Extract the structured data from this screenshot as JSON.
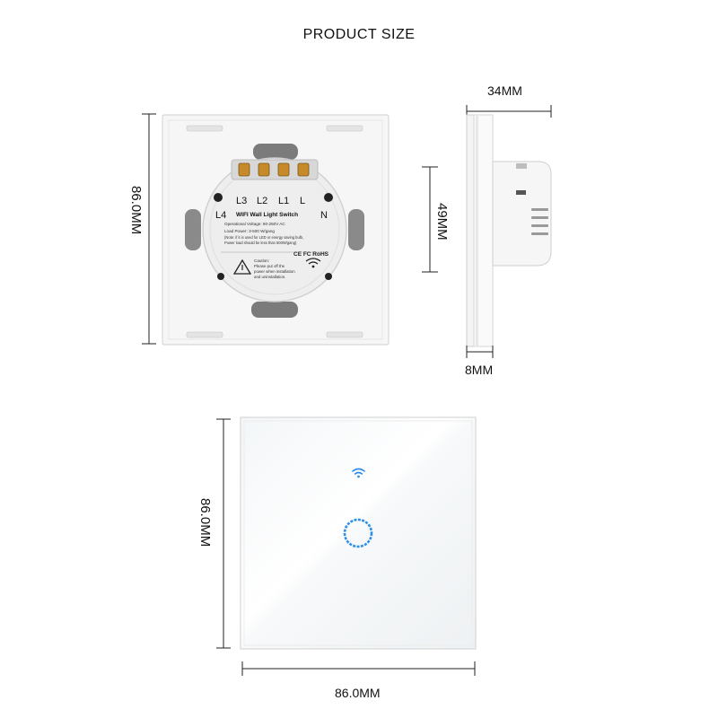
{
  "title": "PRODUCT SIZE",
  "dimensions": {
    "back_height": "86.0MM",
    "module_height": "49MM",
    "side_depth": "34MM",
    "glass_thickness": "8MM",
    "front_height": "86.0MM",
    "front_width": "86.0MM"
  },
  "module": {
    "terminals": [
      "L3",
      "L2",
      "L1",
      "L"
    ],
    "terminal_l4": "L4",
    "terminal_n": "N",
    "label_title": "WIFI Wall Light Switch",
    "spec_voltage": "Operational Voltage: 90-250V AC",
    "spec_load": "Load Power: 3-500 W/gang",
    "spec_note": "(Note: if it is used for LED or energy saving bulb,",
    "spec_note2": "Power load should be less than 500W/gang)",
    "certs": "CE FC RoHS",
    "caution_title": "Caution:",
    "caution_line1": "Please put off the",
    "caution_line2": "power when installation",
    "caution_line3": "and uninstallation."
  },
  "colors": {
    "panel": "#f4f4f4",
    "module": "#ececec",
    "accent_blue": "#2f8fe6",
    "dimension_line": "#222222"
  },
  "icons": {
    "wifi": "wifi-icon",
    "touch": "touch-button-ring",
    "warning": "warning-triangle-icon"
  }
}
